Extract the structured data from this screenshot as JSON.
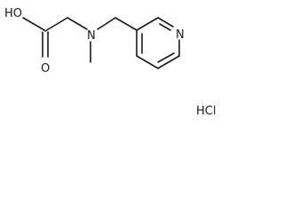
{
  "atoms": {
    "hydroxyl": "HO",
    "carbonyl_oxygen": "O",
    "amine_nitrogen": "N",
    "pyridine_nitrogen": "N"
  },
  "salt": "HCl"
}
